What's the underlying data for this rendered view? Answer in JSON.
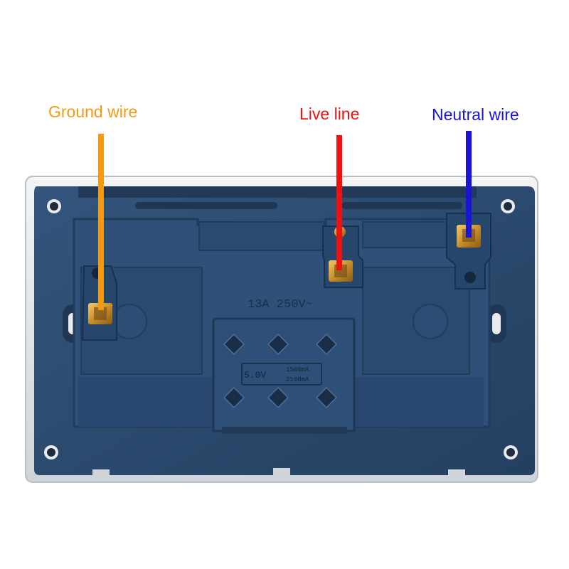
{
  "labels": {
    "ground": "Ground wire",
    "live": "Live line",
    "neutral": "Neutral wire"
  },
  "markings": {
    "rating": "13A 250V~",
    "usb_voltage": "5.0V",
    "usb_current_1": "1500mA",
    "usb_current_2": "2100mA"
  },
  "colors": {
    "ground": "#f39a12",
    "live": "#ee1111",
    "neutral": "#1a14d6",
    "housing": "#2c4a6e",
    "plate": "#e6e9ec",
    "brass": "#d9a441"
  }
}
